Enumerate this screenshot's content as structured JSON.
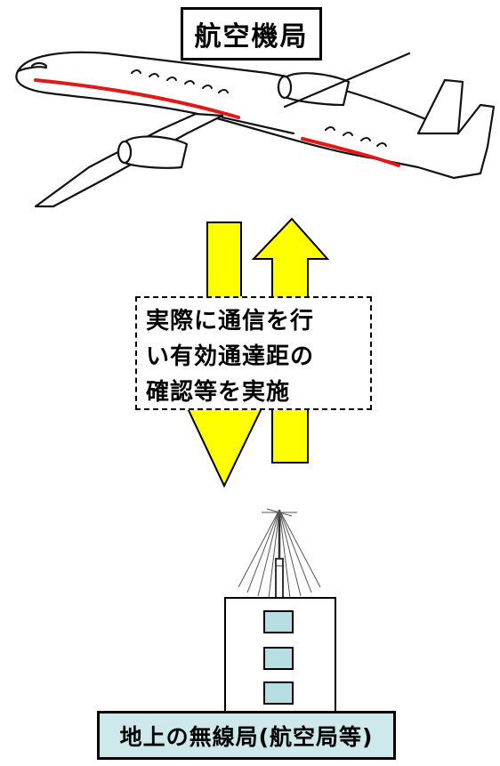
{
  "title": {
    "label": "航空機局"
  },
  "note": {
    "lines": [
      "実際に通信を行",
      "い有効通達距の",
      "確認等を実施"
    ]
  },
  "ground_station": {
    "label": "地上の無線局(航空局等)"
  },
  "colors": {
    "arrow_fill": "#ffff00",
    "station_fill": "#cde9ec",
    "window_fill": "#b7dfe3",
    "fuselage_stripe": "#e01919"
  },
  "icons": {
    "aircraft": "jet-airplane-icon",
    "antenna": "discone-antenna-icon",
    "building": "building-icon"
  }
}
